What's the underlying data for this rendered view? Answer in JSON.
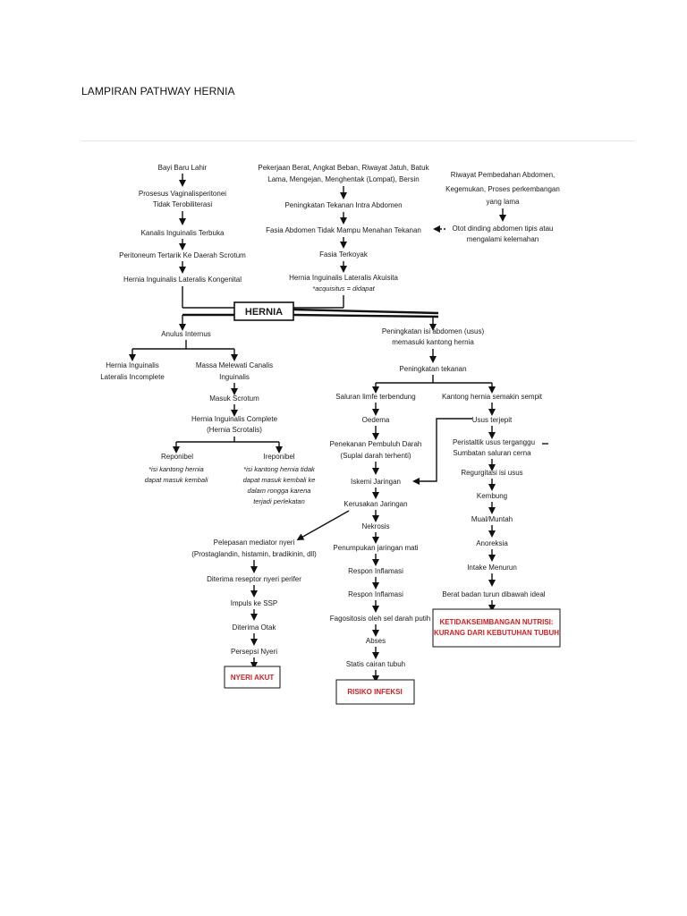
{
  "page": {
    "title": "LAMPIRAN PATHWAY HERNIA"
  },
  "diagram": {
    "left_column": {
      "bayi": "Bayi Baru Lahir",
      "prosesus_1": "Prosesus Vaginalisperitonei",
      "prosesus_2": "Tidak Terobiliterasi",
      "kanalis": "Kanalis Inguinalis Terbuka",
      "peritoneum": "Peritoneum Tertarik Ke Daerah Scrotum",
      "kongenital": "Hernia Inguinalis Lateralis Kongenital"
    },
    "middle_column": {
      "pekerjaan_1": "Pekerjaan Berat, Angkat Beban, Riwayat Jatuh, Batuk",
      "pekerjaan_2": "Lama, Mengejan, Menghentak (Lompat), Bersin",
      "tekanan_intra": "Peningkatan Tekanan Intra Abdomen",
      "fasia_tidak": "Fasia Abdomen Tidak Mampu Menahan Tekanan",
      "fasia_terkoyak": "Fasia Terkoyak",
      "akuisita": "Hernia Inguinalis  Lateralis Akuisita",
      "akuisita_note": "*acquisitus = didapat"
    },
    "right_column": {
      "riwayat_1": "Riwayat Pembedahan Abdomen,",
      "riwayat_2": "Kegemukan, Proses perkembangan",
      "riwayat_3": "yang lama",
      "otot_1": "Otot dinding abdomen tipis atau",
      "otot_2": "mengalami kelemahan"
    },
    "hernia_label": "HERNIA",
    "anulus": "Anulus Internus",
    "incomplete_1": "Hernia Inguinalis",
    "incomplete_2": "Lateralis Incomplete",
    "massa_1": "Massa Melewati Canalis",
    "massa_2": "Inguinalis",
    "masuk_scrotum": "Masuk Scrotum",
    "complete_1": "Hernia Inguinalis Complete",
    "complete_2": "(Hernia Scrotalis)",
    "reponibel": "Reponibel",
    "reponibel_note_1": "*isi kantong hernia",
    "reponibel_note_2": "dapat masuk kembali",
    "ireponibel": "Ireponibel",
    "ireponibel_note_1": "*isi kantong hernia tidak",
    "ireponibel_note_2": "dapat masuk kembali ke",
    "ireponibel_note_3": "dalam rongga karena",
    "ireponibel_note_4": "terjadi perlekatan",
    "isi_abdomen_1": "Peningkatan isi abdomen (usus)",
    "isi_abdomen_2": "memasuki kantong hernia",
    "peningkatan_tekanan": "Peningkatan tekanan",
    "saluran_limfe": "Saluran limfe terbendung",
    "kantong_sempit": "Kantong hernia semakin sempit",
    "oedema": "Oedema",
    "usus_terjepit": "Usus terjepit",
    "penekanan_1": "Penekanan Pembuluh Darah",
    "penekanan_2": "(Suplai darah terhenti)",
    "peristaltik": "Peristaltik usus terganggu",
    "sumbatan": "Sumbatan saluran cerna",
    "regurgitasi": "Regurgitasi isi usus",
    "iskemi": "Iskemi Jaringan",
    "kembung": "Kembung",
    "kerusakan": "Kerusakan Jaringan",
    "mual": "Mual/Muntah",
    "nekrosis": "Nekrosis",
    "anoreksia": "Anoreksia",
    "penumpukan": "Penumpukan jaringan mati",
    "intake": "Intake Menurun",
    "respon_1": "Respon Inflamasi",
    "respon_2": "Respon Inflamasi",
    "berat_badan": "Berat badan turun dibawah ideal",
    "fagositosis": "Fagositosis oleh sel darah putih",
    "abses": "Abses",
    "statis": "Statis cairan tubuh",
    "pelepasan_1": "Pelepasan mediator nyeri",
    "pelepasan_2": "(Prostaglandin, histamin, bradikinin, dll)",
    "diterima_reseptor": "Diterima reseptor nyeri perifer",
    "impuls": "Impuls ke SSP",
    "diterima_otak": "Diterima Otak",
    "persepsi": "Persepsi Nyeri",
    "dx_nyeri": "NYERI AKUT",
    "dx_infeksi": "RISIKO INFEKSI",
    "dx_nutrisi_1": "KETIDAKSEIMBANGAN NUTRISI:",
    "dx_nutrisi_2": "KURANG DARI KEBUTUHAN TUBUH"
  }
}
